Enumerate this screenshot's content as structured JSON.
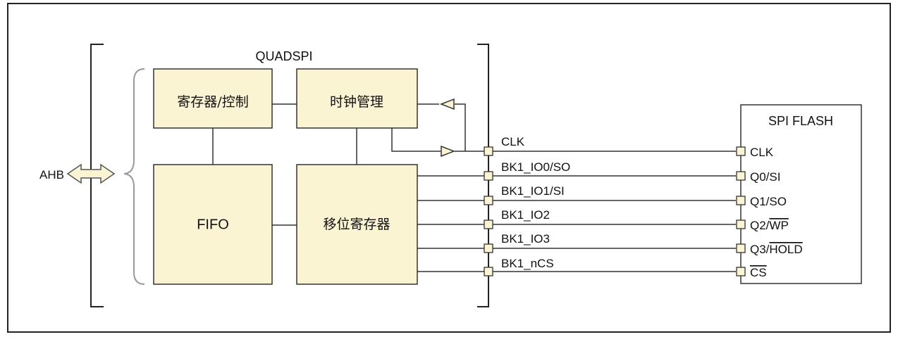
{
  "colors": {
    "block_fill": "#fbf4d3",
    "line": "#333333",
    "frame": "#222222",
    "pin_fill": "#fbf4d3"
  },
  "quadspi": {
    "title": "QUADSPI",
    "blocks": {
      "reg_ctrl": "寄存器/控制",
      "clock_mgmt": "时钟管理",
      "fifo": "FIFO",
      "shift_reg": "移位寄存器"
    },
    "pins": [
      "CLK",
      "BK1_IO0/SO",
      "BK1_IO1/SI",
      "BK1_IO2",
      "BK1_IO3",
      "BK1_nCS"
    ]
  },
  "bus": {
    "label": "AHB"
  },
  "flash": {
    "title": "SPI FLASH",
    "pins": [
      {
        "prefix": "",
        "text": "CLK",
        "overline": ""
      },
      {
        "prefix": "",
        "text": "Q0/SI",
        "overline": ""
      },
      {
        "prefix": "",
        "text": "Q1/SO",
        "overline": ""
      },
      {
        "prefix": "Q2/",
        "text": "",
        "overline": "WP"
      },
      {
        "prefix": "Q3/",
        "text": "",
        "overline": "HOLD"
      },
      {
        "prefix": "",
        "text": "",
        "overline": "CS"
      }
    ]
  }
}
